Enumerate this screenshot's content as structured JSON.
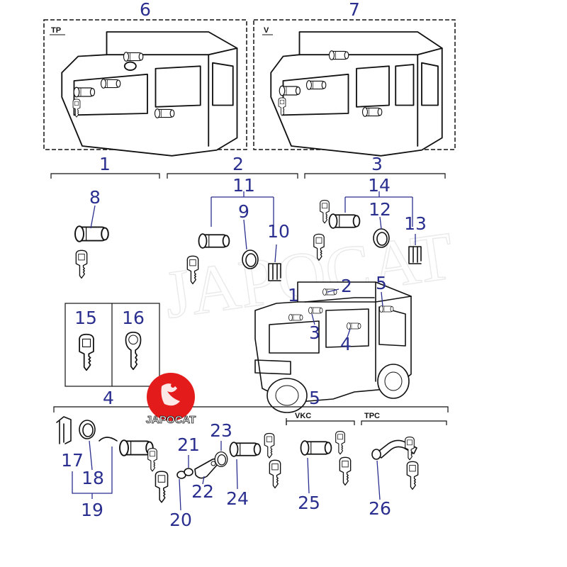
{
  "frames": [
    {
      "tag": "TP",
      "callout": "6"
    },
    {
      "tag": "V",
      "callout": "7"
    }
  ],
  "groups": [
    "1",
    "2",
    "3",
    "4",
    "5"
  ],
  "variant_tags": {
    "vkc": "VKC",
    "tpc": "TPC"
  },
  "callouts": {
    "p8": "8",
    "p11": "11",
    "p9": "9",
    "p10": "10",
    "p14": "14",
    "p12": "12",
    "p13": "13",
    "p15": "15",
    "p16": "16",
    "v1": "1",
    "v2": "2",
    "v3": "3",
    "v4": "4",
    "v5": "5",
    "p17": "17",
    "p18": "18",
    "p19": "19",
    "p20": "20",
    "p21": "21",
    "p22": "22",
    "p23": "23",
    "p24": "24",
    "p25": "25",
    "p26": "26"
  },
  "watermark": "JAPOCAT",
  "logo": {
    "text": "JAPOCAT",
    "color": "#e31b1b"
  }
}
